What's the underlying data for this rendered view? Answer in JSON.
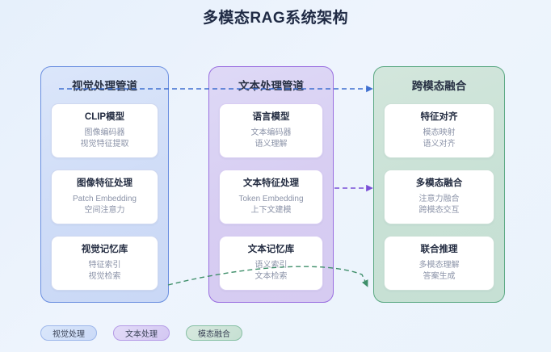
{
  "title": "多模态RAG系统架构",
  "colors": {
    "visual_accent": "#6b8fe0",
    "text_accent": "#9a6fe0",
    "fusion_accent": "#5aa882",
    "background": "#eaf2fb",
    "card_bg": "#ffffff",
    "title_color": "#1f2a44",
    "subtext_color": "#8b93a8"
  },
  "columns": [
    {
      "id": "visual-pipeline",
      "title": "视觉处理管道",
      "cards": [
        {
          "title": "CLIP模型",
          "lines": [
            "图像编码器",
            "视觉特征提取"
          ]
        },
        {
          "title": "图像特征处理",
          "lines": [
            "Patch Embedding",
            "空间注意力"
          ]
        },
        {
          "title": "视觉记忆库",
          "lines": [
            "特征索引",
            "视觉检索"
          ]
        }
      ]
    },
    {
      "id": "text-pipeline",
      "title": "文本处理管道",
      "cards": [
        {
          "title": "语言模型",
          "lines": [
            "文本编码器",
            "语义理解"
          ]
        },
        {
          "title": "文本特征处理",
          "lines": [
            "Token Embedding",
            "上下文建模"
          ]
        },
        {
          "title": "文本记忆库",
          "lines": [
            "语义索引",
            "文本检索"
          ]
        }
      ]
    },
    {
      "id": "crossmodal-fusion",
      "title": "跨模态融合",
      "cards": [
        {
          "title": "特征对齐",
          "lines": [
            "模态映射",
            "语义对齐"
          ]
        },
        {
          "title": "多模态融合",
          "lines": [
            "注意力融合",
            "跨模态交互"
          ]
        },
        {
          "title": "联合推理",
          "lines": [
            "多模态理解",
            "答案生成"
          ]
        }
      ]
    }
  ],
  "connectors": [
    {
      "id": "visual-to-fusion",
      "style": "dashed-straight",
      "color": "#3f6fd0"
    },
    {
      "id": "text-to-fusion",
      "style": "dashed-straight",
      "color": "#7a4fd6"
    },
    {
      "id": "memory-to-fusion",
      "style": "dashed-curve",
      "color": "#3f8f6a"
    }
  ],
  "legend": [
    {
      "label": "视觉处理",
      "color": "#9cb6ea"
    },
    {
      "label": "文本处理",
      "color": "#b49ae6"
    },
    {
      "label": "模态融合",
      "color": "#86bfa3"
    }
  ]
}
